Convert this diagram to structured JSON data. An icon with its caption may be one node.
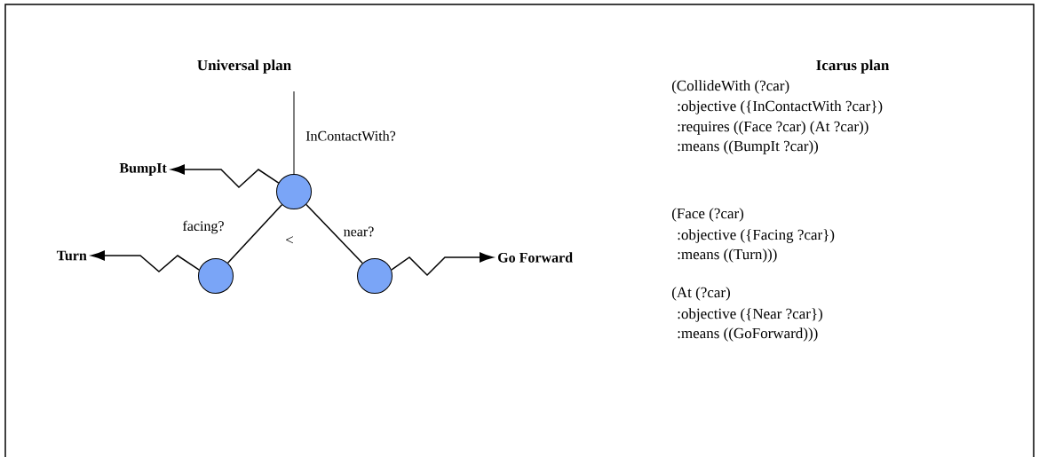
{
  "diagram": {
    "nodes": [
      {
        "text": [],
        "shape": "circle"
      },
      {
        "text": [],
        "shape": "circle"
      },
      {
        "text": [],
        "shape": "circle"
      },
      {
        "text": [
          "BumpIt"
        ]
      },
      {
        "text": [
          "Turn"
        ]
      },
      {
        "text": [
          "Go Forward"
        ]
      }
    ],
    "edges": [
      {
        "from": null,
        "to": 0,
        "arrow": "none",
        "label": "InContactWith?"
      },
      {
        "from": 0,
        "to": 1,
        "arrow": "none",
        "label": "facing?"
      },
      {
        "from": 0,
        "to": 2,
        "arrow": "none",
        "label": "near?"
      },
      {
        "from": 0,
        "to": 3,
        "arrow": "to"
      },
      {
        "from": 1,
        "to": 4,
        "arrow": "to"
      },
      {
        "from": 2,
        "to": 5,
        "arrow": "to"
      }
    ],
    "labels": [
      "Universal plan",
      "Icarus plan",
      "<",
      "(CollideWith (?car)",
      ":objective ({InContactWith ?car})",
      ":requires ((Face ?car) (At ?car))",
      ":means ((BumpIt ?car))",
      "(Face (?car)",
      ":objective ({Facing ?car})",
      ":means ((Turn)))",
      "(At (?car)",
      ":objective ({Near ?car})",
      ":means ((GoForward)))"
    ]
  }
}
